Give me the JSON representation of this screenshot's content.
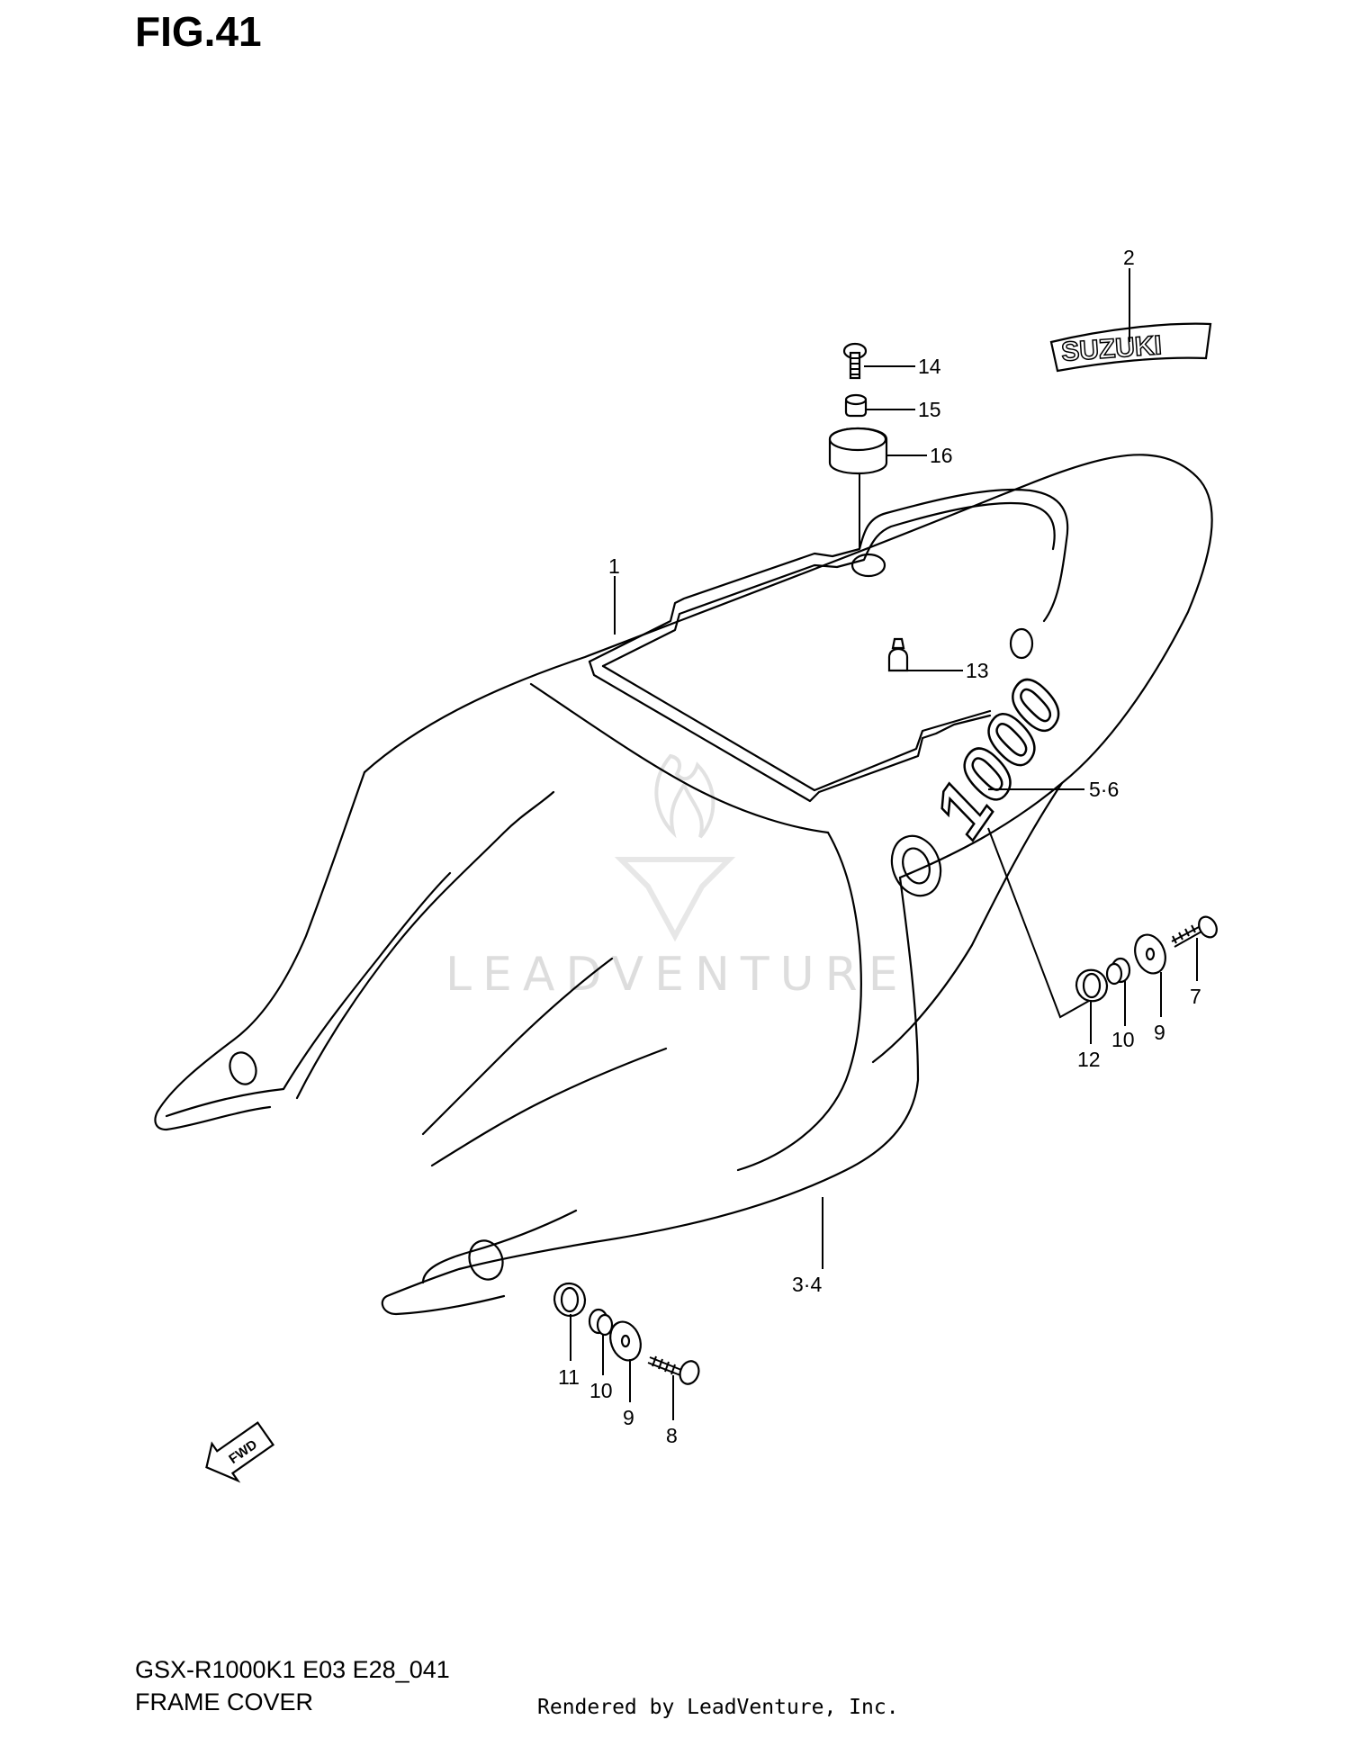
{
  "figure": {
    "title": "FIG.41"
  },
  "footer": {
    "model_code": "GSX-R1000K1 E03 E28_041",
    "section_name": "FRAME COVER",
    "rendered_by": "Rendered by LeadVenture, Inc."
  },
  "emblem": {
    "text": "SUZUKI"
  },
  "cover_graphic": {
    "text": "1000"
  },
  "direction_arrow": {
    "text": "FWD"
  },
  "watermark": {
    "text": "LEADVENTURE"
  },
  "callouts": [
    {
      "id": "1",
      "label": "1"
    },
    {
      "id": "2",
      "label": "2"
    },
    {
      "id": "3-4",
      "label": "3·4"
    },
    {
      "id": "5-6",
      "label": "5·6"
    },
    {
      "id": "7",
      "label": "7"
    },
    {
      "id": "8",
      "label": "8"
    },
    {
      "id": "9a",
      "label": "9"
    },
    {
      "id": "9b",
      "label": "9"
    },
    {
      "id": "10a",
      "label": "10"
    },
    {
      "id": "10b",
      "label": "10"
    },
    {
      "id": "11",
      "label": "11"
    },
    {
      "id": "12",
      "label": "12"
    },
    {
      "id": "13",
      "label": "13"
    },
    {
      "id": "14",
      "label": "14"
    },
    {
      "id": "15",
      "label": "15"
    },
    {
      "id": "16",
      "label": "16"
    }
  ]
}
